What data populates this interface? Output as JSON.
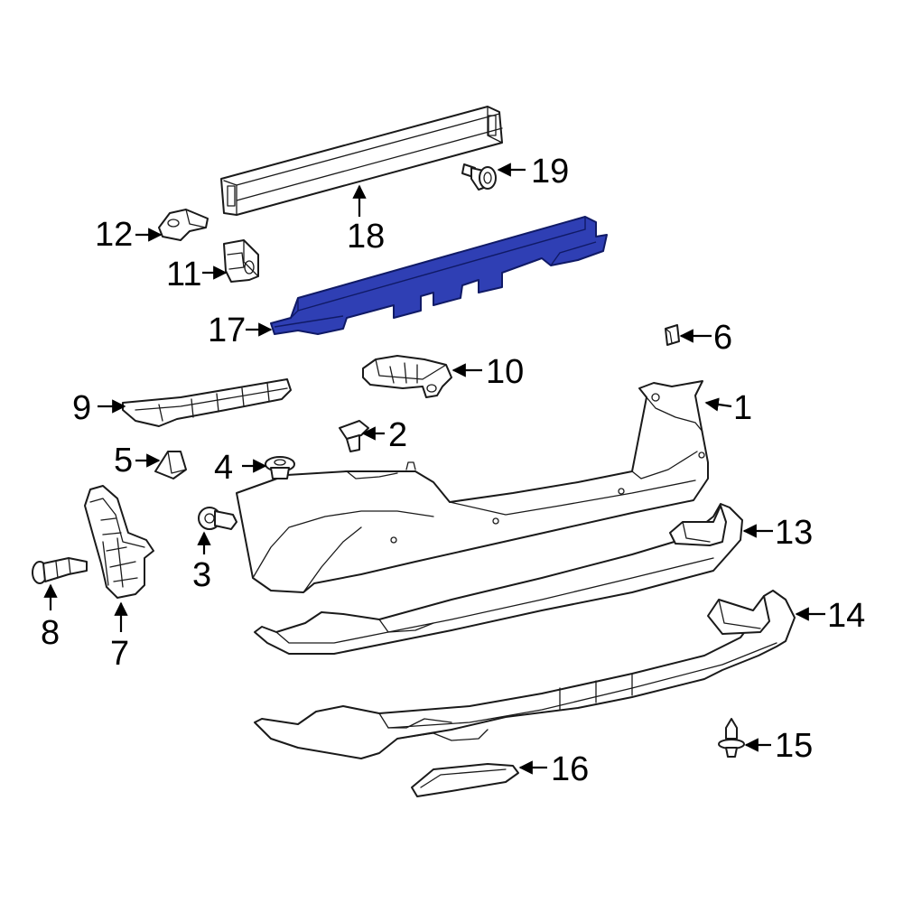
{
  "diagram": {
    "highlight_color": "#2f3fb4",
    "callouts": [
      {
        "id": "c1",
        "label": "1"
      },
      {
        "id": "c2",
        "label": "2"
      },
      {
        "id": "c3",
        "label": "3"
      },
      {
        "id": "c4",
        "label": "4"
      },
      {
        "id": "c5",
        "label": "5"
      },
      {
        "id": "c6",
        "label": "6"
      },
      {
        "id": "c7",
        "label": "7"
      },
      {
        "id": "c8",
        "label": "8"
      },
      {
        "id": "c9",
        "label": "9"
      },
      {
        "id": "c10",
        "label": "10"
      },
      {
        "id": "c11",
        "label": "11"
      },
      {
        "id": "c12",
        "label": "12"
      },
      {
        "id": "c13",
        "label": "13"
      },
      {
        "id": "c14",
        "label": "14"
      },
      {
        "id": "c15",
        "label": "15"
      },
      {
        "id": "c16",
        "label": "16"
      },
      {
        "id": "c17",
        "label": "17",
        "highlighted": true
      },
      {
        "id": "c18",
        "label": "18"
      },
      {
        "id": "c19",
        "label": "19"
      }
    ]
  }
}
